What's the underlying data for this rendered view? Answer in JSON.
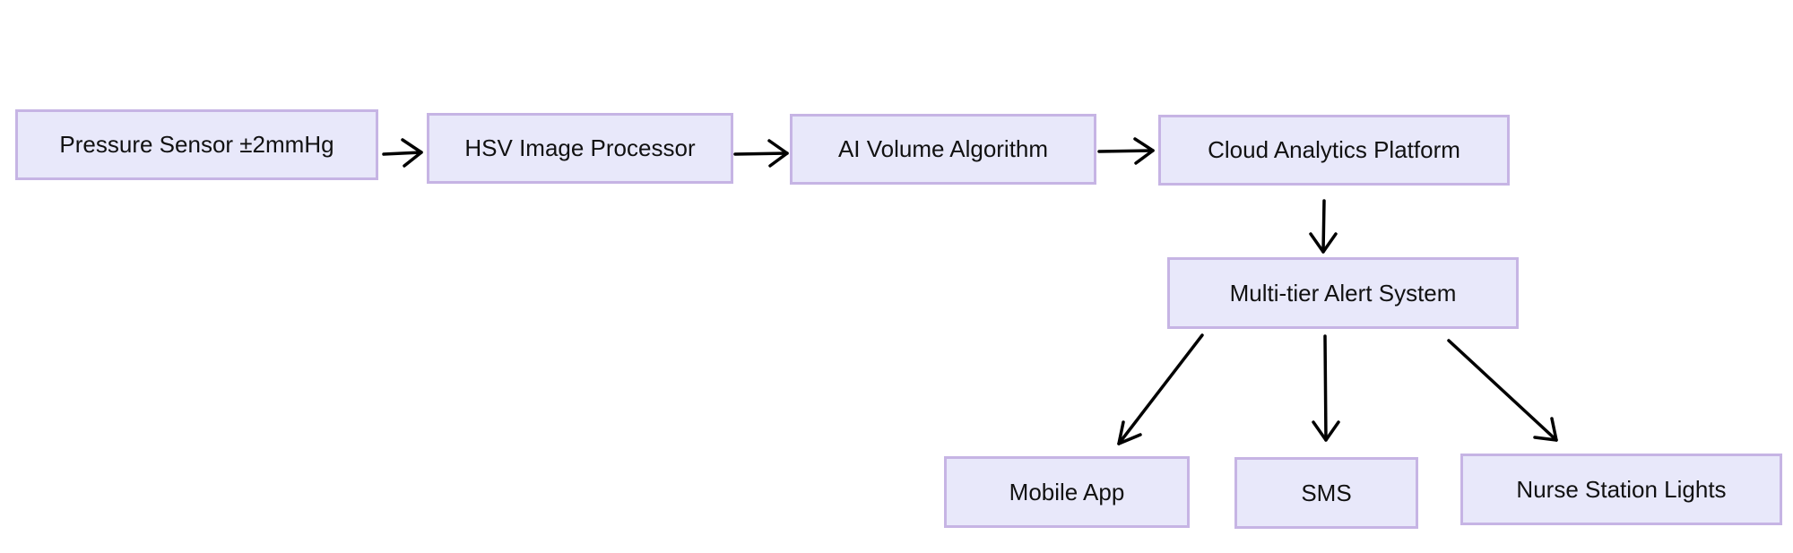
{
  "diagram": {
    "nodes": [
      {
        "id": "pressure-sensor",
        "label": "Pressure Sensor  ±2mmHg"
      },
      {
        "id": "hsv-image-processor",
        "label": "HSV Image Processor"
      },
      {
        "id": "ai-volume-algorithm",
        "label": "AI Volume Algorithm"
      },
      {
        "id": "cloud-analytics-platform",
        "label": "Cloud Analytics Platform"
      },
      {
        "id": "multi-tier-alert-system",
        "label": "Multi-tier Alert System"
      },
      {
        "id": "mobile-app",
        "label": "Mobile App"
      },
      {
        "id": "sms",
        "label": "SMS"
      },
      {
        "id": "nurse-station-lights",
        "label": "Nurse Station Lights"
      }
    ],
    "edges": [
      {
        "from": "pressure-sensor",
        "to": "hsv-image-processor"
      },
      {
        "from": "hsv-image-processor",
        "to": "ai-volume-algorithm"
      },
      {
        "from": "ai-volume-algorithm",
        "to": "cloud-analytics-platform"
      },
      {
        "from": "cloud-analytics-platform",
        "to": "multi-tier-alert-system"
      },
      {
        "from": "multi-tier-alert-system",
        "to": "mobile-app"
      },
      {
        "from": "multi-tier-alert-system",
        "to": "sms"
      },
      {
        "from": "multi-tier-alert-system",
        "to": "nurse-station-lights"
      }
    ],
    "colors": {
      "node_fill": "#e8e8fa",
      "node_border": "#c6b4e4",
      "arrow": "#000000",
      "text": "#111111"
    }
  }
}
